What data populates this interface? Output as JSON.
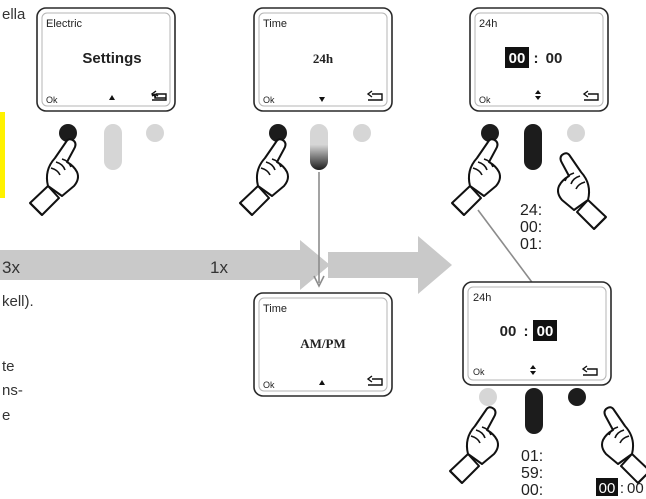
{
  "colors": {
    "arrow": "#c9c9c9",
    "connector": "#8c8c8c",
    "highlight": "#fff200",
    "button_active": "#1c1c1c",
    "button_inactive": "#d6d6d6",
    "frame": "#2a2a2a",
    "inner_frame": "#b5b5b5"
  },
  "left_text": {
    "line_1": "ella",
    "line_2": "kell).",
    "line_3": "te",
    "line_4": "ns-",
    "line_5": "e"
  },
  "band": {
    "label_left": "3x",
    "label_right": "1x"
  },
  "screens": {
    "electric": {
      "title": "Electric",
      "main": "Settings",
      "ok": "Ok",
      "arrow_icon": "up-triangle",
      "back_icon": "return-arrow"
    },
    "time_24h": {
      "title": "Time",
      "main": "24h",
      "ok": "Ok",
      "arrow_icon": "down-triangle",
      "back_icon": "return-arrow"
    },
    "hour_edit": {
      "title": "24h",
      "hours": "00",
      "sep": ":",
      "minutes": "00",
      "ok": "Ok",
      "arrow_icon": "up-down",
      "back_icon": "return-arrow"
    },
    "ampm": {
      "title": "Time",
      "main": "AM/PM",
      "ok": "Ok",
      "arrow_icon": "up-triangle",
      "back_icon": "return-arrow"
    },
    "minute_edit": {
      "title": "24h",
      "hours": "00",
      "sep": ":",
      "minutes": "00",
      "ok": "Ok",
      "arrow_icon": "up-down",
      "back_icon": "return-arrow"
    }
  },
  "cycle_hours": [
    "24:",
    "00:",
    "01:"
  ],
  "cycle_minutes": [
    "01:",
    "59:",
    "00:"
  ],
  "result": {
    "hours": "00",
    "sep": ":",
    "minutes": "00"
  }
}
